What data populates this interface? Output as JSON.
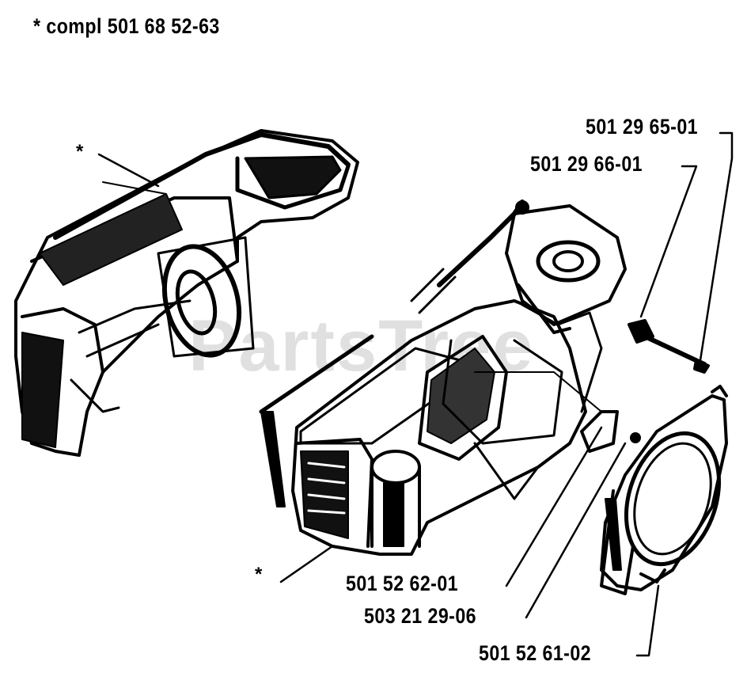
{
  "header": {
    "text": "*  compl 501 68 52-63"
  },
  "watermark": {
    "text": "PartsTree"
  },
  "callouts": [
    {
      "id": "p1",
      "text": "501 29 65-01"
    },
    {
      "id": "p2",
      "text": "501 29 66-01"
    },
    {
      "id": "p3",
      "text": "501 52 62-01"
    },
    {
      "id": "p4",
      "text": "503 21 29-06"
    },
    {
      "id": "p5",
      "text": "501 52 61-02"
    }
  ],
  "markers": {
    "asterisk": "*"
  }
}
